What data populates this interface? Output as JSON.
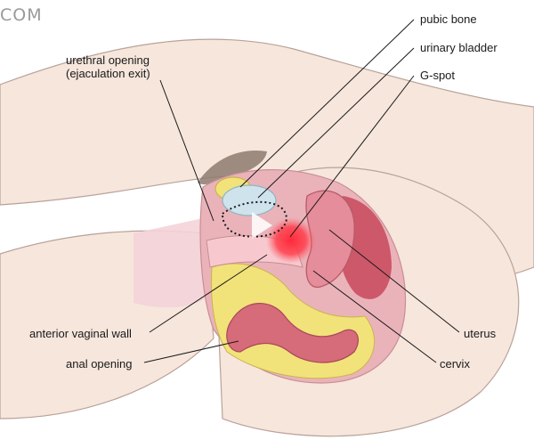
{
  "watermark": "COM",
  "labels": {
    "urethral_line1": "urethral opening",
    "urethral_line2": "(ejaculation exit)",
    "pubic_bone": "pubic bone",
    "urinary_bladder": "urinary bladder",
    "g_spot": "G-spot",
    "uterus": "uterus",
    "cervix": "cervix",
    "anterior_vaginal_wall": "anterior vaginal wall",
    "anal_opening": "anal opening"
  },
  "colors": {
    "skin": "#f6e6dc",
    "skin_outline": "#b9a29a",
    "pink_tissue": "#e9a8b1",
    "deep_red": "#c8485c",
    "fat_yellow": "#f2e27a",
    "g_spot_red": "#ff2a3a",
    "bladder": "#cfe3ec",
    "leader": "#1a1a1a"
  }
}
